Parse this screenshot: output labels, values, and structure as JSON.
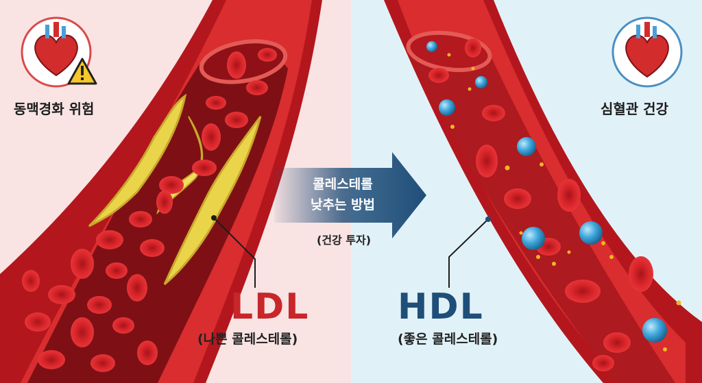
{
  "left": {
    "title": "동맥경화 위험",
    "badge": "LDL",
    "badge_sub": "(나쁜 콜레스테롤)",
    "badge_color": "#c8262a",
    "icon": "heart-warning-icon"
  },
  "right": {
    "title": "심혈관 건강",
    "badge": "HDL",
    "badge_sub": "(좋은 콜레스테롤)",
    "badge_color": "#1f4e79",
    "icon": "heart-icon"
  },
  "arrow": {
    "line1": "콜레스테롤",
    "line2": "낮추는 방법",
    "sub": "(건강 투자)",
    "color": "#1f4e79"
  }
}
